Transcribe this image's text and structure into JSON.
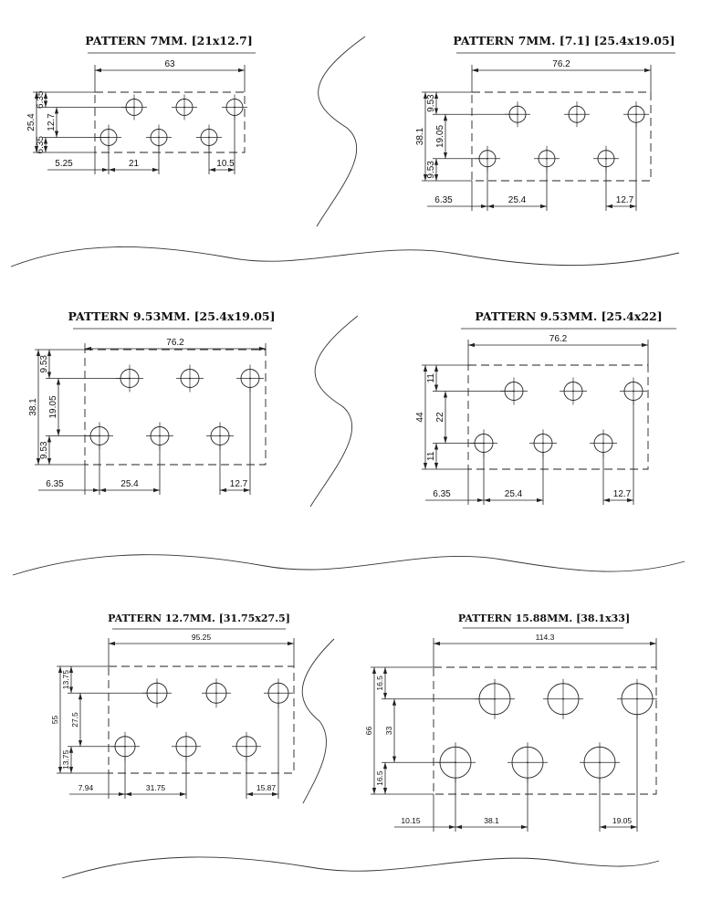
{
  "panels": [
    {
      "id": "p1",
      "title": "PATTERN 7MM. [21x12.7]",
      "width_label": "63",
      "height_label": "25.4",
      "row_top_label": "6.35",
      "row_gap_label": "12.7",
      "row_bottom_label": "6.35",
      "offset_label": "5.25",
      "pitch_label": "21",
      "half_pitch_label": "10.5"
    },
    {
      "id": "p2",
      "title": "PATTERN 7MM. [7.1] [25.4x19.05]",
      "width_label": "76.2",
      "height_label": "38.1",
      "row_top_label": "9.53",
      "row_gap_label": "19.05",
      "row_bottom_label": "9.53",
      "offset_label": "6.35",
      "pitch_label": "25.4",
      "half_pitch_label": "12.7"
    },
    {
      "id": "p3",
      "title": "PATTERN 9.53MM. [25.4x19.05]",
      "width_label": "76.2",
      "height_label": "38.1",
      "row_top_label": "9.53",
      "row_gap_label": "19.05",
      "row_bottom_label": "9.53",
      "offset_label": "6.35",
      "pitch_label": "25.4",
      "half_pitch_label": "12.7"
    },
    {
      "id": "p4",
      "title": "PATTERN 9.53MM. [25.4x22]",
      "width_label": "76.2",
      "height_label": "44",
      "row_top_label": "11",
      "row_gap_label": "22",
      "row_bottom_label": "11",
      "offset_label": "6.35",
      "pitch_label": "25.4",
      "half_pitch_label": "12.7"
    },
    {
      "id": "p5",
      "title": "PATTERN 12.7MM. [31.75x27.5]",
      "width_label": "95.25",
      "height_label": "55",
      "row_top_label": "13.75",
      "row_gap_label": "27.5",
      "row_bottom_label": "13.75",
      "offset_label": "7.94",
      "pitch_label": "31.75",
      "half_pitch_label": "15.87"
    },
    {
      "id": "p6",
      "title": "PATTERN 15.88MM. [38.1x33]",
      "width_label": "114.3",
      "height_label": "66",
      "row_top_label": "16.5",
      "row_gap_label": "33",
      "row_bottom_label": "16.5",
      "offset_label": "10.15",
      "pitch_label": "38.1",
      "half_pitch_label": "19.05"
    }
  ]
}
